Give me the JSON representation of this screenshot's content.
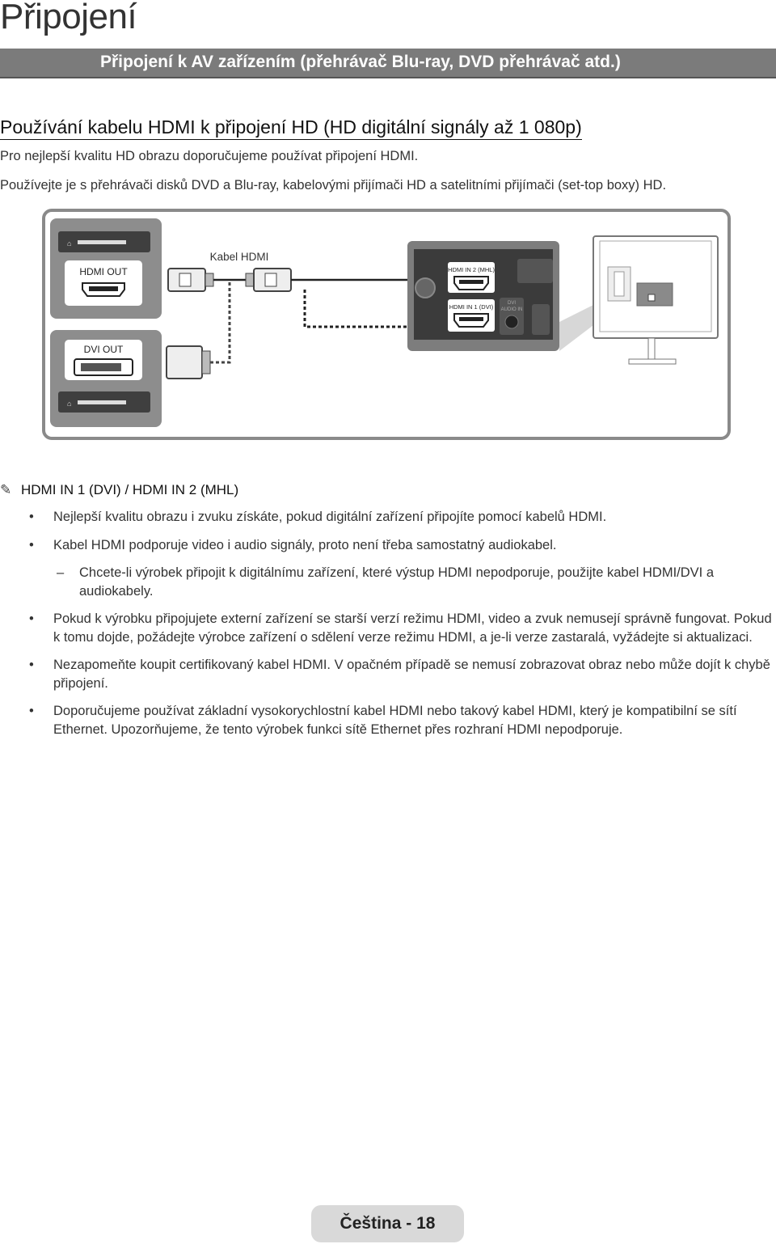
{
  "page_title": "Připojení",
  "section_bar": "Připojení k AV zařízením (přehrávač Blu-ray, DVD přehrávač atd.)",
  "sub_heading": "Používání kabelu HDMI k připojení HD (HD digitální signály až 1 080p)",
  "intro": [
    "Pro nejlepší kvalitu HD obrazu doporučujeme používat připojení HDMI.",
    "Používejte je s přehrávači disků DVD a Blu-ray, kabelovými přijímači HD a satelitními přijímači (set-top boxy) HD."
  ],
  "diagram": {
    "hdmi_out": "HDMI OUT",
    "dvi_out": "DVI OUT",
    "cable_label": "Kabel HDMI",
    "port_hdmi2": "HDMI IN 2 (MHL)",
    "port_hdmi1": "HDMI IN 1 (DVI)",
    "port_audio": "AUDIO IN",
    "port_dvi_audio": "DVI",
    "colors": {
      "frame": "#6f6f6f",
      "panel": "#8a8a8a",
      "device": "#555555",
      "port": "#3a3a3a"
    }
  },
  "note": {
    "icon": "pencil-icon",
    "heading": "HDMI IN 1 (DVI) / HDMI IN 2 (MHL)",
    "items": [
      {
        "type": "bullet",
        "text": "Nejlepší kvalitu obrazu i zvuku získáte, pokud digitální zařízení připojíte pomocí kabelů HDMI."
      },
      {
        "type": "bullet",
        "text": "Kabel HDMI podporuje video i audio signály, proto není třeba samostatný audiokabel."
      },
      {
        "type": "dash",
        "text": "Chcete-li výrobek připojit k digitálnímu zařízení, které výstup HDMI nepodporuje, použijte kabel HDMI/DVI a audiokabely."
      },
      {
        "type": "bullet",
        "text": "Pokud k výrobku připojujete externí zařízení se starší verzí režimu HDMI, video a zvuk nemusejí správně fungovat. Pokud k tomu dojde, požádejte výrobce zařízení o sdělení verze režimu HDMI, a je-li verze zastaralá, vyžádejte si aktualizaci."
      },
      {
        "type": "bullet",
        "text": "Nezapomeňte koupit certifikovaný kabel HDMI. V opačném případě se nemusí zobrazovat obraz nebo může dojít k chybě připojení."
      },
      {
        "type": "bullet",
        "text": "Doporučujeme používat základní vysokorychlostní kabel HDMI nebo takový kabel HDMI, který je kompatibilní se sítí Ethernet. Upozorňujeme, že tento výrobek funkci sítě Ethernet přes rozhraní HDMI nepodporuje."
      }
    ],
    "bullet_char": "•",
    "dash_char": "–"
  },
  "footer": "Čeština - 18"
}
